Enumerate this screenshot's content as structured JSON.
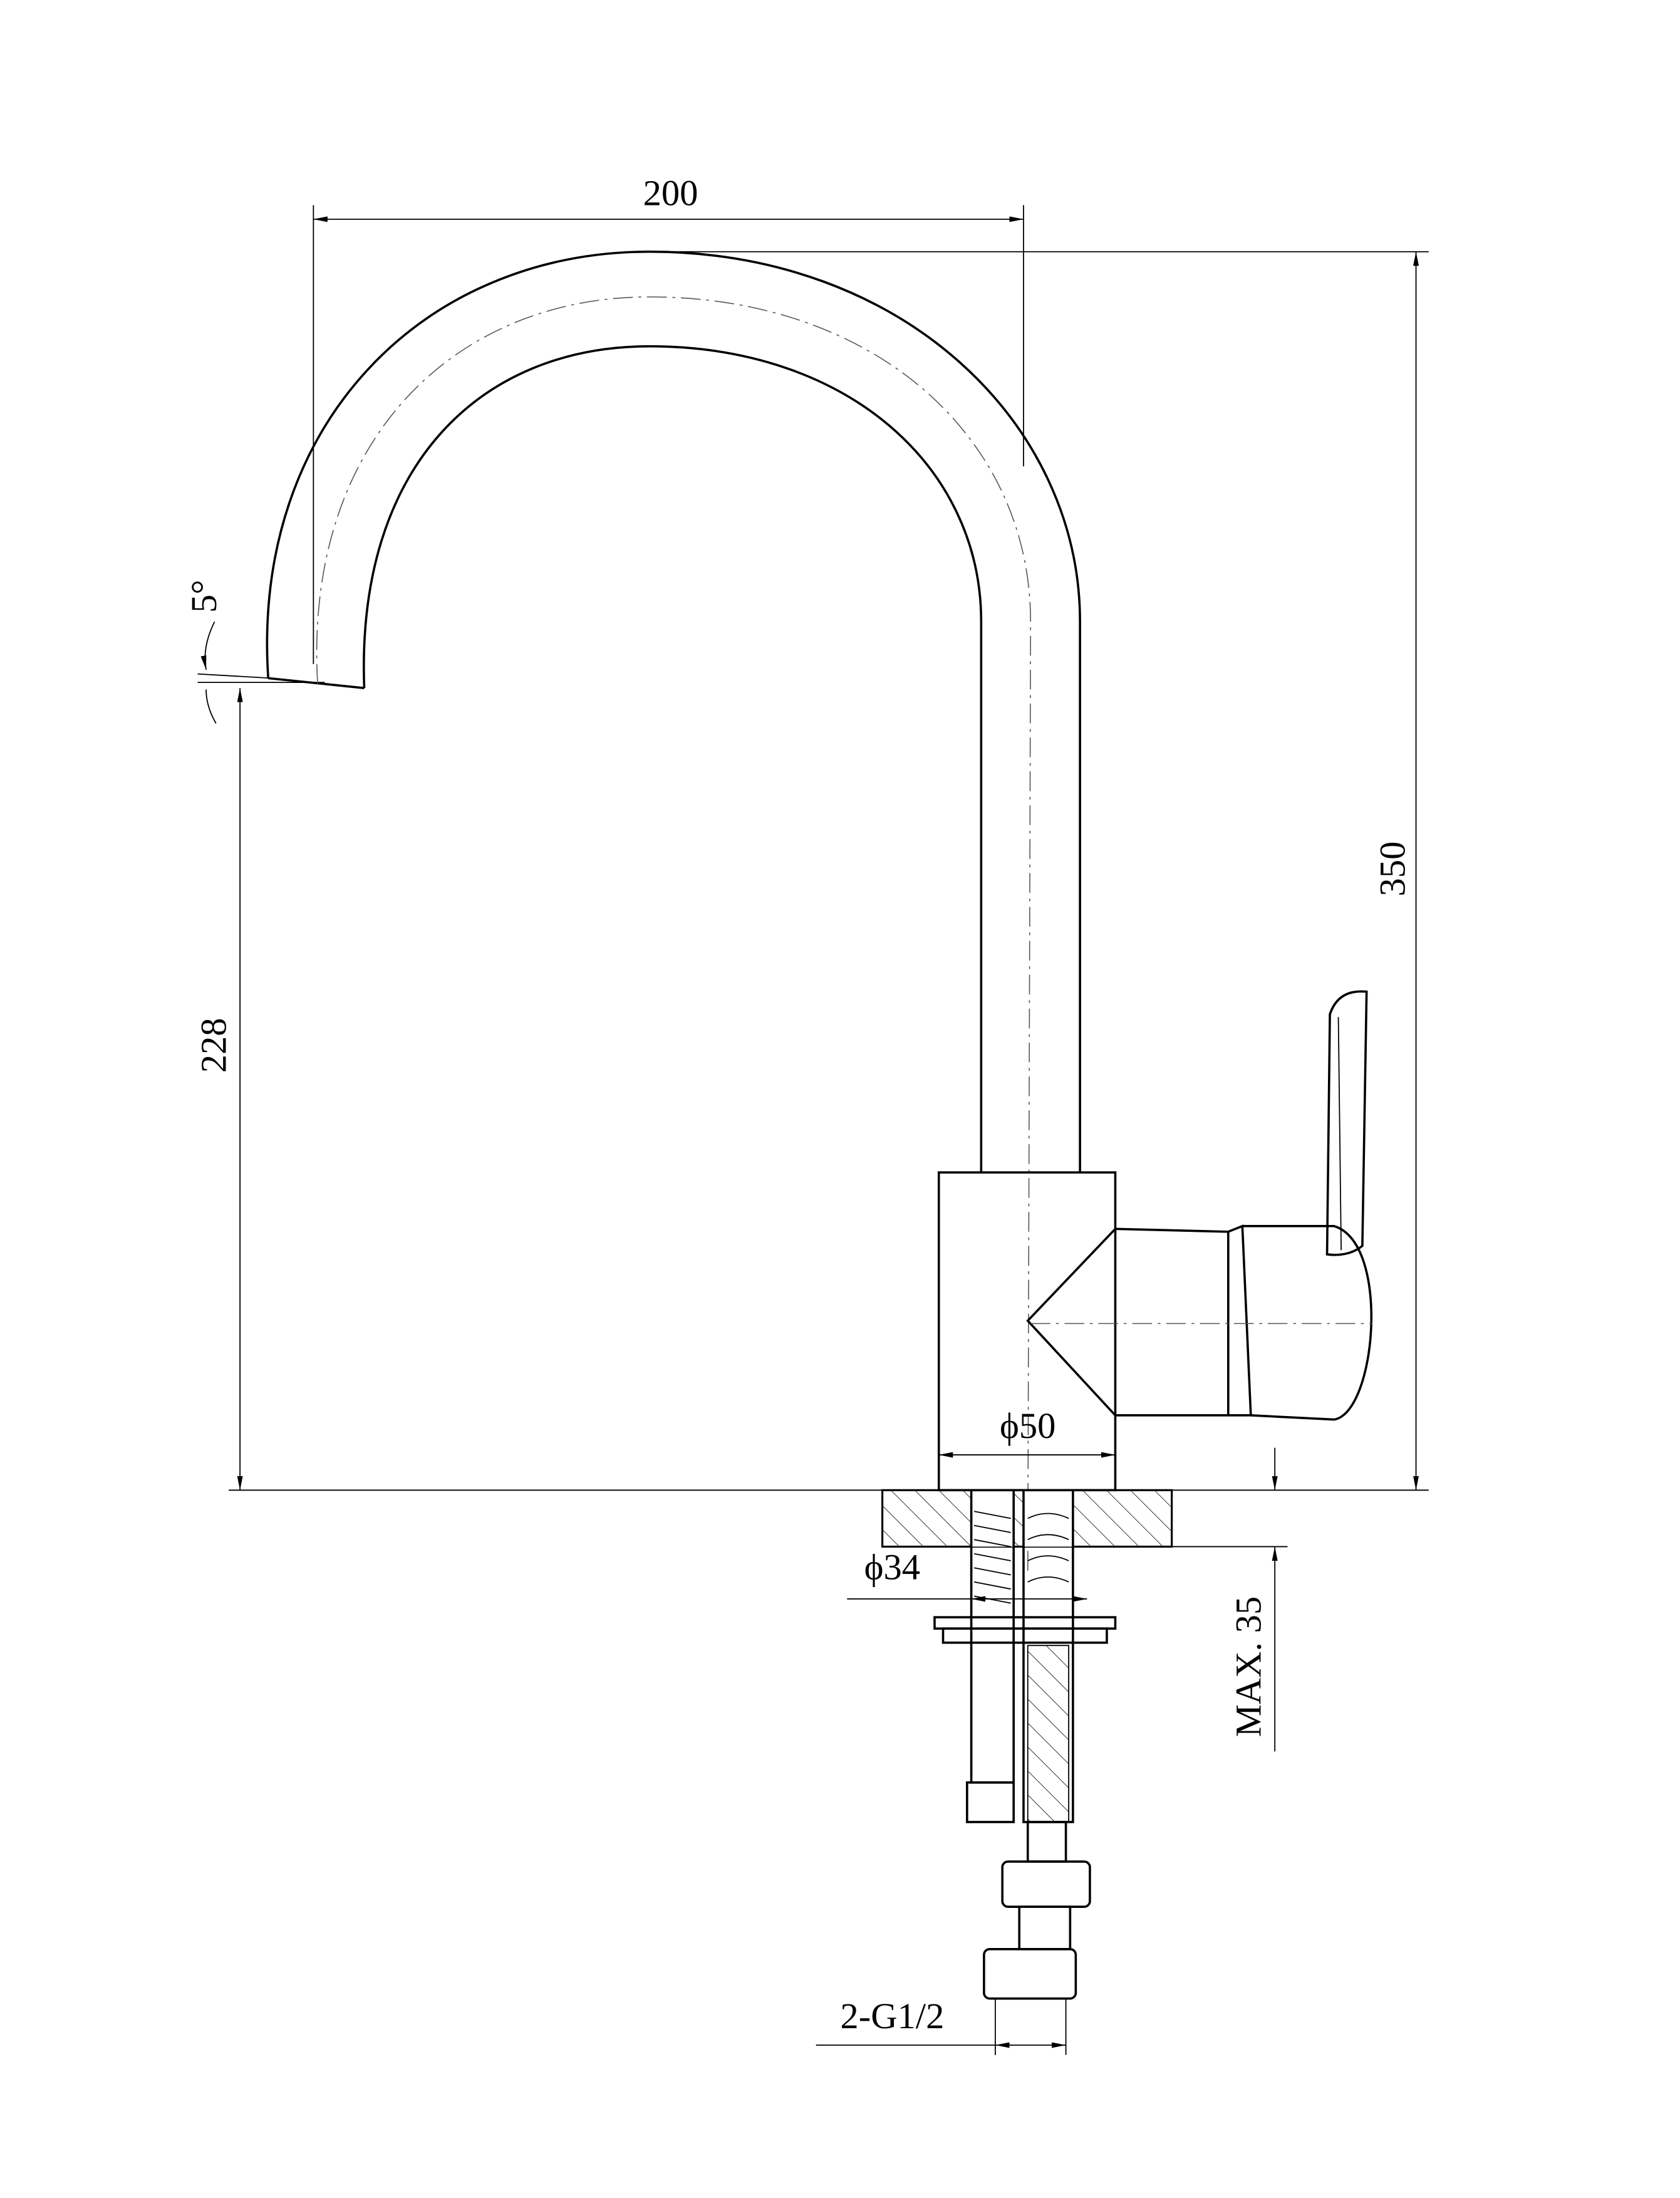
{
  "drawing": {
    "title": "Kitchen faucet dimension drawing",
    "dimensions": {
      "width": "200",
      "height": "350",
      "spout_height": "228",
      "spout_angle": "5°",
      "body_diameter": "ϕ50",
      "mount_hole_diameter": "ϕ34",
      "max_counter_thickness": "MAX. 35",
      "connection": "2-G1/2"
    }
  }
}
